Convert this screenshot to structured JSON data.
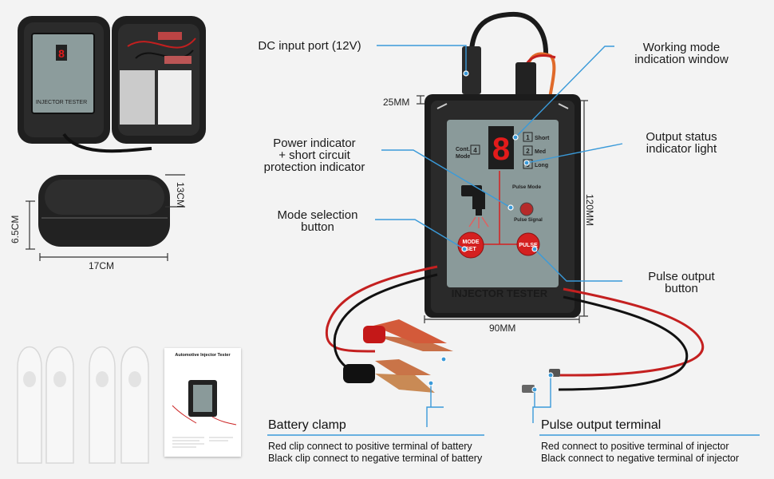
{
  "dimensions": {
    "case_height": "13CM",
    "case_depth": "6.5CM",
    "case_width": "17CM",
    "tester_thickness": "25MM",
    "tester_height": "120MM",
    "tester_width": "90MM"
  },
  "callouts": {
    "dc_input": "DC input port (12V)",
    "working_mode": "Working mode\nindication window",
    "power_indicator": "Power indicator\n+ short circuit\nprotection indicator",
    "output_status": "Output status\nindicator light",
    "mode_selection": "Mode selection\nbutton",
    "pulse_output": "Pulse output\nbutton"
  },
  "device": {
    "display_digit": "8",
    "cont_label": "Cont.",
    "mode_label": "Mode",
    "cont_number": "4",
    "modes": [
      {
        "num": "1",
        "label": "Short"
      },
      {
        "num": "2",
        "label": "Med"
      },
      {
        "num": "3",
        "label": "Long"
      }
    ],
    "pulse_mode_label": "Pulse Mode",
    "pulse_signal_label": "Pulse Signal",
    "mode_button": "MODE\nSET",
    "pulse_button": "PULSE",
    "brand": "INJECTOR TESTER"
  },
  "case_label": "INJECTOR TESTER",
  "manual": {
    "title": "Automotive Injector Tester"
  },
  "battery": {
    "title": "Battery clamp",
    "line1": "Red clip connect to positive terminal of battery",
    "line2": "Black clip connect to negative terminal of battery"
  },
  "pulse_terminal": {
    "title": "Pulse output terminal",
    "line1": "Red connect to positive terminal of injector",
    "line2": "Black connect to negative terminal of injector"
  },
  "colors": {
    "accent_line": "#3a9ad9",
    "panel": "#8a9a9a",
    "red_button": "#d42020",
    "display_red": "#e21b1b",
    "case_black": "#1c1c1c"
  }
}
